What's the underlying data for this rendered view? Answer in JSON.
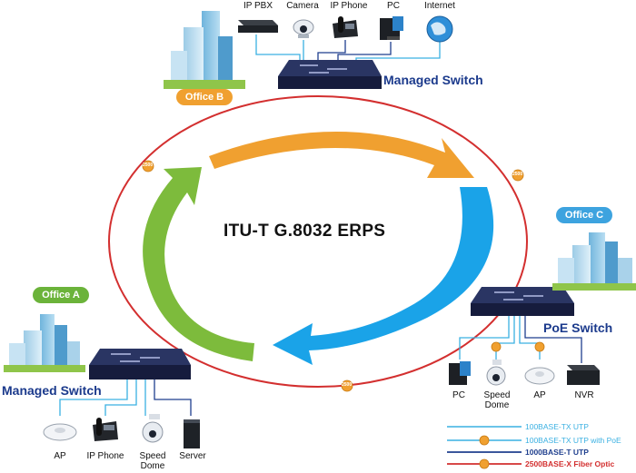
{
  "title": "ITU-T G.8032 ERPS",
  "switches": {
    "top": "Managed Switch",
    "left": "Managed Switch",
    "right": "PoE Switch"
  },
  "offices": {
    "a": "Office A",
    "b": "Office B",
    "c": "Office C"
  },
  "devices": {
    "top": [
      "IP PBX",
      "Camera",
      "IP Phone",
      "PC",
      "Internet"
    ],
    "left": [
      "AP",
      "IP Phone",
      "Speed\nDome",
      "Server"
    ],
    "right": [
      "PC",
      "Speed\nDome",
      "AP",
      "NVR"
    ]
  },
  "ring_badge": "2500",
  "legend": [
    {
      "label": "100BASE-TX UTP",
      "color": "#3ab0e2"
    },
    {
      "label": "100BASE-TX UTP with PoE",
      "color": "#3ab0e2"
    },
    {
      "label": "1000BASE-T UTP",
      "color": "#1f3f8e"
    },
    {
      "label": "2500BASE-X Fiber Optic",
      "color": "#d32f2f"
    }
  ],
  "colors": {
    "ring": "#d32f2f",
    "arrow_orange": "#f0a030",
    "arrow_blue": "#1aa3e8",
    "arrow_green": "#7dbb3c",
    "office_a": "#6bb33a",
    "office_b": "#f0a030",
    "office_c": "#3da3df",
    "switch_label": "#1b3a8c"
  }
}
